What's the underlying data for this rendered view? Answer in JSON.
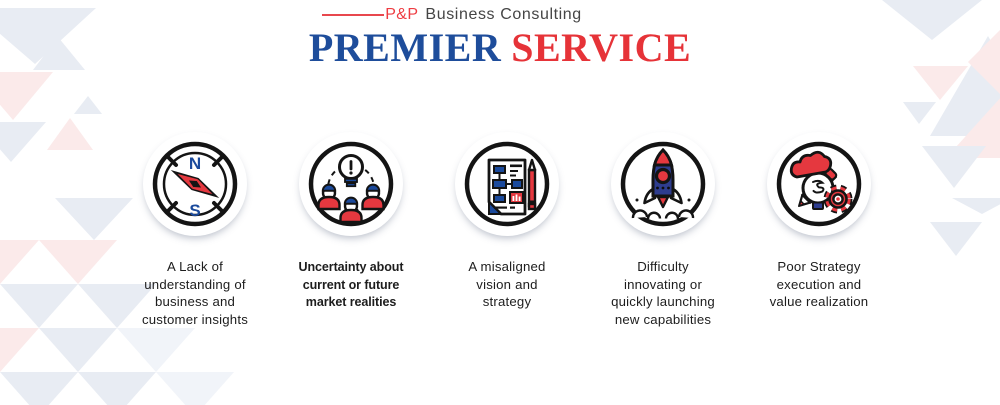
{
  "palette": {
    "title_navy": "#1e4d9b",
    "title_red": "#e63338",
    "brand_red": "#ee3b41",
    "icon_red": "#e5383f",
    "icon_navy": "#1b4a9c",
    "icon_indigo": "#2e3d8f",
    "outline_ink": "#141414",
    "pale_blue_triangle": "#e8ecf3",
    "pale_pink_triangle": "#fbeaea"
  },
  "header": {
    "brand_accent": "P&P",
    "brand_name": "Business Consulting",
    "title_primary": "PREMIER",
    "title_secondary": "SERVICE"
  },
  "items": [
    {
      "icon": "compass-icon",
      "letters": {
        "north": "N",
        "south": "S"
      },
      "caption_lines": [
        "A Lack of",
        "understanding of",
        "business and",
        "customer insights"
      ]
    },
    {
      "icon": "team-idea-icon",
      "caption_lines": [
        "Uncertainty about",
        "current or future",
        "market realities"
      ]
    },
    {
      "icon": "plan-document-icon",
      "caption_lines": [
        "A misaligned",
        "vision and",
        "strategy"
      ]
    },
    {
      "icon": "rocket-launch-icon",
      "caption_lines": [
        "Difficulty",
        "innovating or",
        "quickly launching",
        "new capabilities"
      ]
    },
    {
      "icon": "strategy-execution-icon",
      "caption_lines": [
        "Poor Strategy",
        "execution and",
        "value realization"
      ]
    }
  ]
}
